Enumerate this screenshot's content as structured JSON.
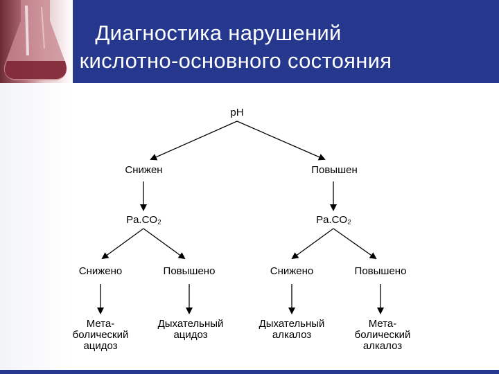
{
  "title": {
    "line1": "Диагностика нарушений",
    "line2": "кислотно-основного состояния"
  },
  "colors": {
    "title_band": "#25388d",
    "title_text": "#ffffff",
    "lines": "#000000"
  },
  "icons": [
    "flask-image"
  ],
  "diagram": {
    "root": "pH",
    "level1": {
      "left": "Снижен",
      "right": "Повышен"
    },
    "level2": {
      "left": "Pa.CO₂",
      "right": "Pa.CO₂"
    },
    "level3": {
      "ll": "Снижено",
      "lr": "Повышено",
      "rl": "Снижено",
      "rr": "Повышено"
    },
    "level4": {
      "ll": [
        "Мета-",
        "болический",
        "ацидоз"
      ],
      "lr": [
        "Дыхательный",
        "ацидоз"
      ],
      "rl": [
        "Дыхательный",
        "алкалоз"
      ],
      "rr": [
        "Мета-",
        "болический",
        "алкалоз"
      ]
    }
  }
}
